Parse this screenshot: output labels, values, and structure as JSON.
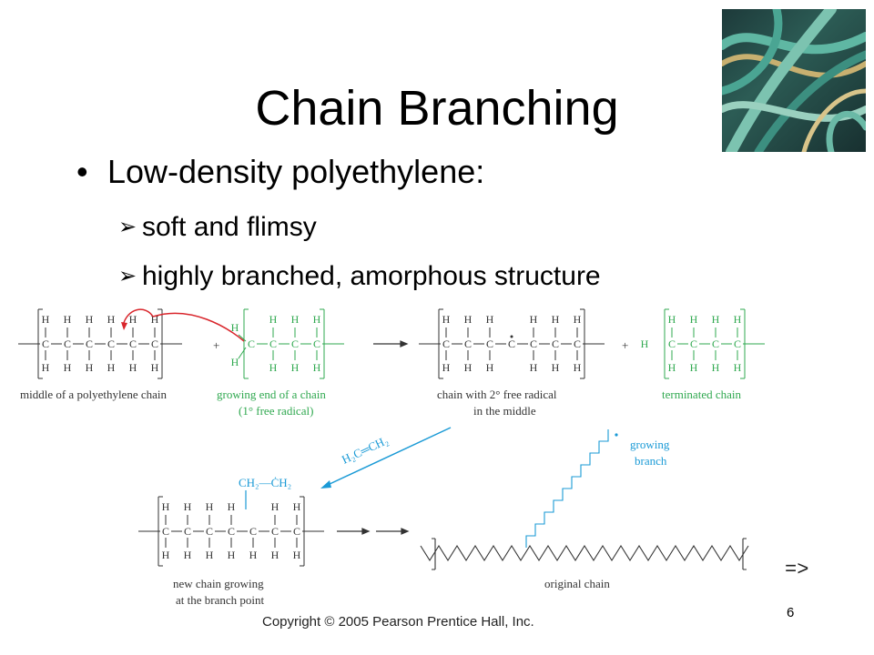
{
  "slide": {
    "title": "Chain Branching",
    "bullet": "Low-density polyethylene:",
    "subbullets": [
      "soft and flimsy",
      "highly branched, amorphous structure"
    ],
    "page_number": "6",
    "copyright": "Copyright © 2005 Pearson Prentice Hall, Inc.",
    "next_marker": "=>"
  },
  "diagram": {
    "captions": {
      "middle_chain": "middle of a polyethylene chain",
      "growing_end_1": "growing end of a chain",
      "growing_end_2": "(1° free radical)",
      "radical_middle_1": "chain with 2° free radical",
      "radical_middle_2": "in the middle",
      "terminated": "terminated chain",
      "new_chain_1": "new chain growing",
      "new_chain_2": "at the branch point",
      "original_chain": "original chain",
      "growing_branch_1": "growing",
      "growing_branch_2": "branch",
      "monomer": "H₂C═CH₂",
      "branch_group": "CH₂—ĊH₂"
    },
    "colors": {
      "red": "#d9262c",
      "green": "#2fa84f",
      "blue": "#1a9ad6",
      "gray": "#333333"
    }
  }
}
